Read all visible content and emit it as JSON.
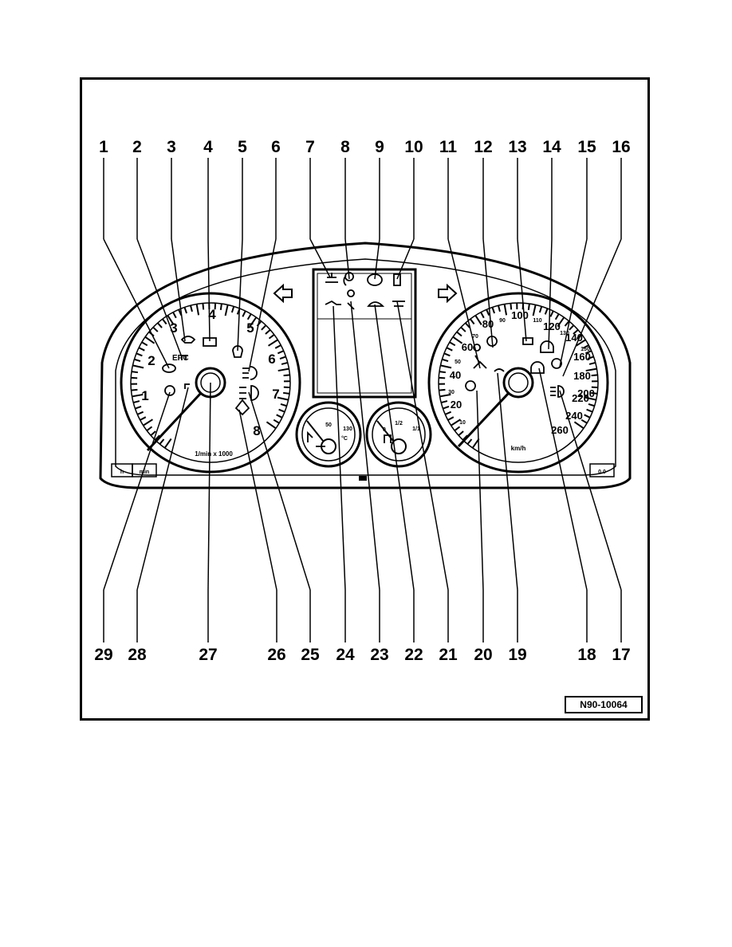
{
  "figure": {
    "reference": "N90-10064",
    "top_callouts": [
      "1",
      "2",
      "3",
      "4",
      "5",
      "6",
      "7",
      "8",
      "9",
      "10",
      "11",
      "12",
      "13",
      "14",
      "15",
      "16"
    ],
    "bottom_callouts": [
      "29",
      "28",
      "27",
      "26",
      "25",
      "24",
      "23",
      "22",
      "21",
      "20",
      "19",
      "18",
      "17"
    ]
  },
  "tachometer": {
    "numbers": [
      "1",
      "2",
      "3",
      "4",
      "5",
      "6",
      "7",
      "8"
    ],
    "unit": "1/min x 1000",
    "epc_label": "EPC"
  },
  "speedometer": {
    "numbers": [
      "20",
      "40",
      "60",
      "80",
      "100",
      "120",
      "140",
      "160",
      "180",
      "200",
      "220",
      "240",
      "260"
    ],
    "small_numbers": [
      "10",
      "30",
      "50",
      "70",
      "90",
      "110",
      "130",
      "150"
    ],
    "unit": "km/h"
  },
  "coolant_gauge": {
    "low": "50",
    "high": "130",
    "unit": "°C"
  },
  "fuel_gauge": {
    "empty": "0",
    "half": "1/2",
    "full": "1/1"
  },
  "bottom_buttons": {
    "left_h": "h",
    "left_min": "min",
    "right": "0.0"
  }
}
